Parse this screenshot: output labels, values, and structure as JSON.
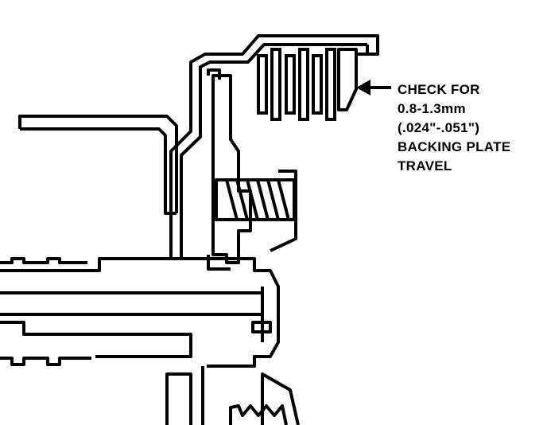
{
  "callout": {
    "lines": [
      "CHECK FOR",
      "0.8-1.3mm",
      "(.024\"-.051\")",
      "BACKING PLATE",
      "TRAVEL"
    ]
  },
  "colors": {
    "ink": "#000000",
    "paper": "#ffffff"
  }
}
